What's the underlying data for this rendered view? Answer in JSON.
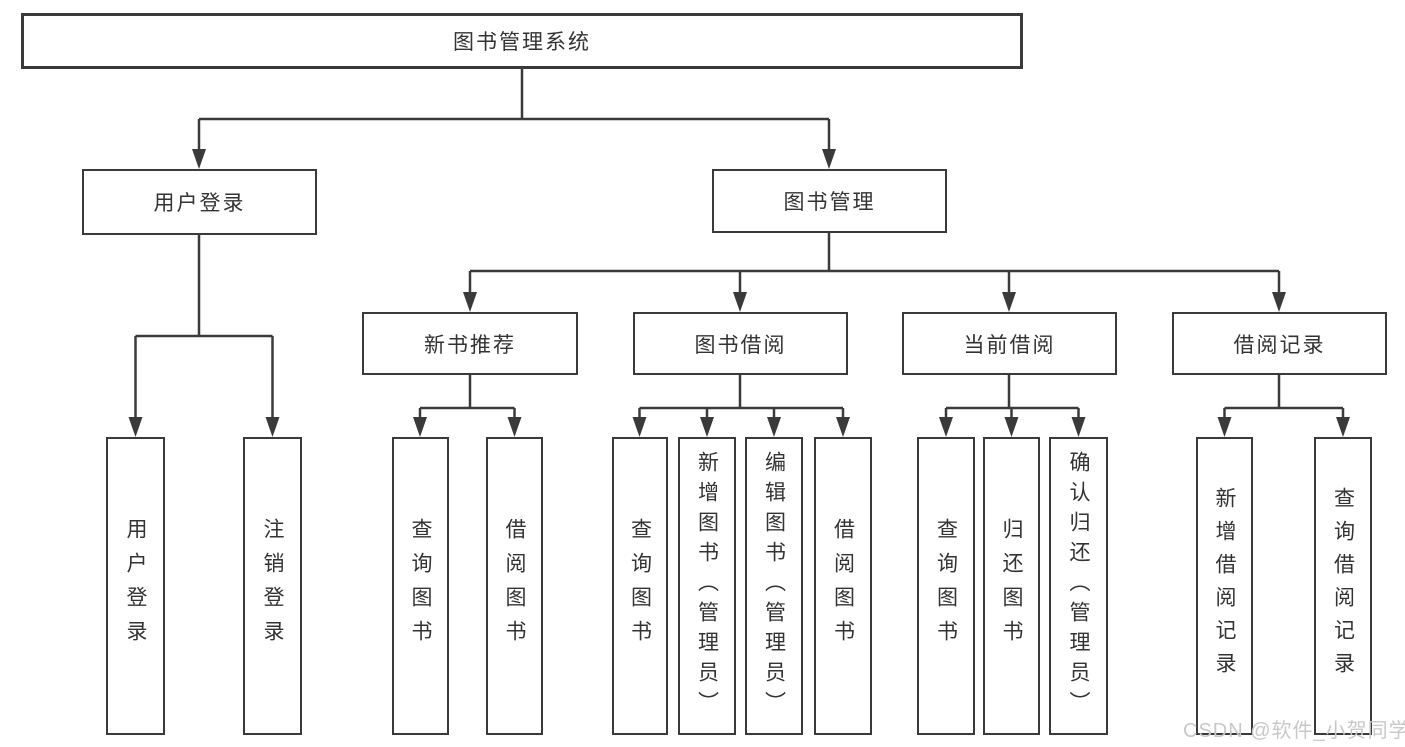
{
  "diagram": {
    "root": {
      "label": "图书管理系统"
    },
    "branches": [
      {
        "label": "用户登录",
        "leaves": [
          "用户登录",
          "注销登录"
        ]
      },
      {
        "label": "图书管理",
        "groups": [
          {
            "label": "新书推荐",
            "leaves": [
              "查询图书",
              "借阅图书"
            ]
          },
          {
            "label": "图书借阅",
            "leaves": [
              "查询图书",
              "新增图书（管理员）",
              "编辑图书（管理员）",
              "借阅图书"
            ]
          },
          {
            "label": "当前借阅",
            "leaves": [
              "查询图书",
              "归还图书",
              "确认归还（管理员）"
            ]
          },
          {
            "label": "借阅记录",
            "leaves": [
              "新增借阅记录",
              "查询借阅记录"
            ]
          }
        ]
      }
    ]
  },
  "watermark": {
    "text": "CSDN @软件_小贺同学"
  },
  "colors": {
    "line": "#3a3a3a",
    "box_border": "#3a3a3a",
    "text": "#333333",
    "watermark": "#c8c8c8",
    "background": "#ffffff"
  }
}
